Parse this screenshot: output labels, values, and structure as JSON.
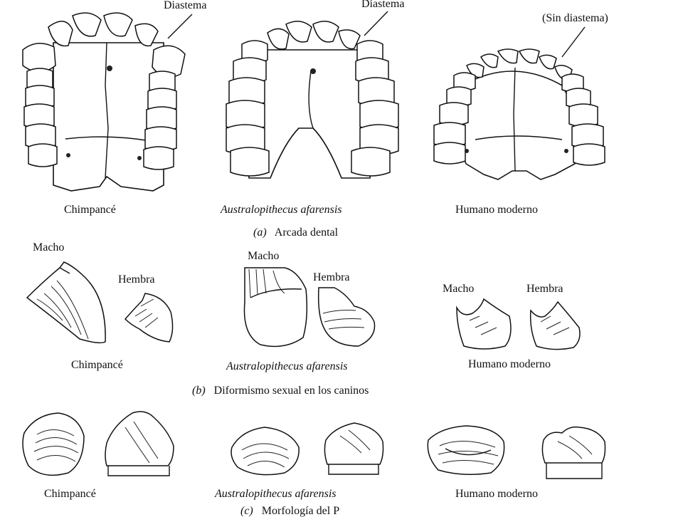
{
  "labels": {
    "diastema_1": "Diastema",
    "diastema_2": "Diastema",
    "sin_diastema": "(Sin diastema)",
    "species_chimp": "Chimpancé",
    "species_afarensis": "Australopithecus afarensis",
    "species_human": "Humano moderno",
    "macho": "Macho",
    "hembra": "Hembra"
  },
  "captions": {
    "a_letter": "(a)",
    "a_text": "Arcada dental",
    "b_letter": "(b)",
    "b_text": "Diformismo sexual en los caninos",
    "c_letter": "(c)",
    "c_text": "Morfología del P"
  }
}
